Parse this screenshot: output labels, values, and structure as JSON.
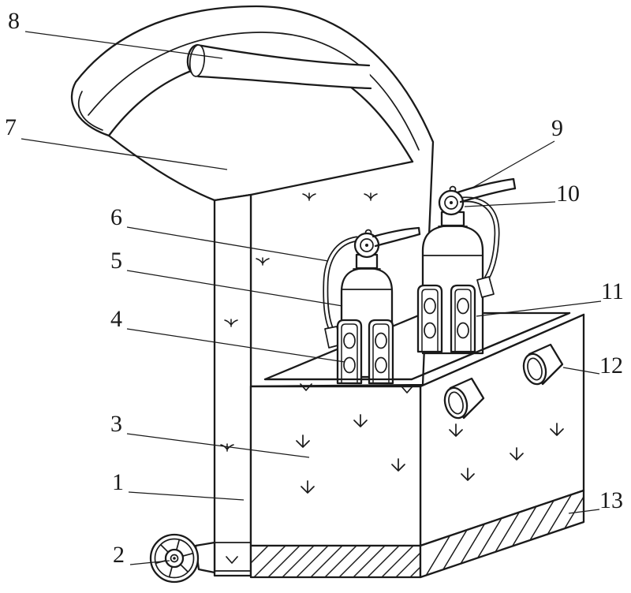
{
  "figure": {
    "background_color": "#ffffff",
    "ink_color": "#1a1a1a",
    "labels": [
      {
        "text": "8"
      },
      {
        "text": "7"
      },
      {
        "text": "6"
      },
      {
        "text": "5"
      },
      {
        "text": "4"
      },
      {
        "text": "3"
      },
      {
        "text": "1"
      },
      {
        "text": "2"
      },
      {
        "text": "9"
      },
      {
        "text": "10"
      },
      {
        "text": "11"
      },
      {
        "text": "12"
      },
      {
        "text": "13"
      }
    ]
  }
}
